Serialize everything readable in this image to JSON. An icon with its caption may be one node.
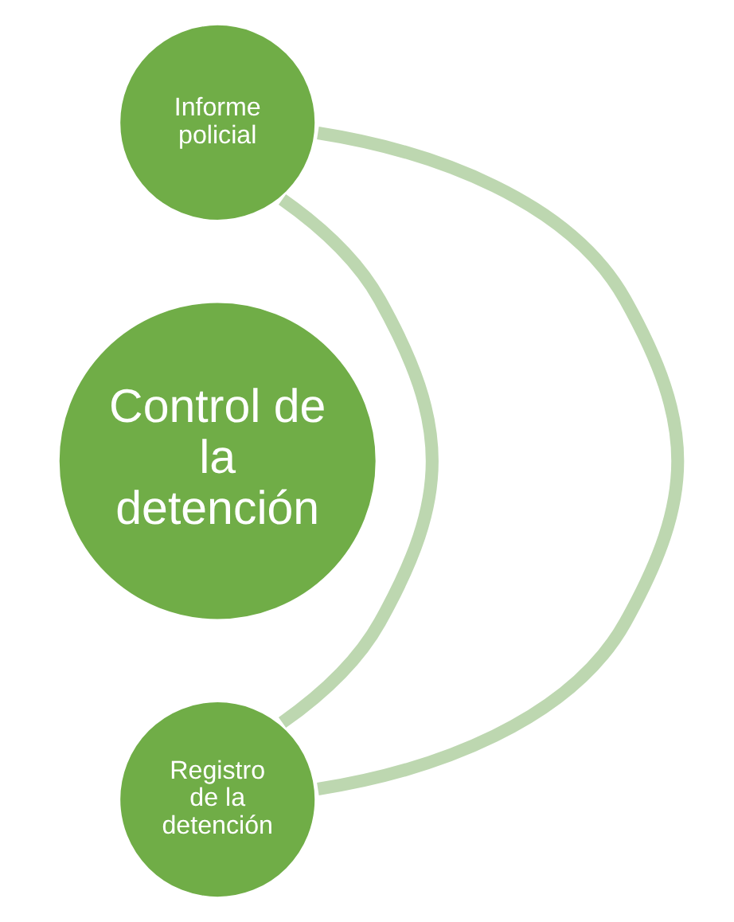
{
  "diagram": {
    "nodes": [
      {
        "text": [
          "Informe policial"
        ]
      },
      {
        "text": [
          "Control de la detención"
        ]
      },
      {
        "text": [
          "Registro de la detención"
        ]
      }
    ],
    "edges": [
      {
        "from": 0,
        "to": 2,
        "arrow": "none"
      },
      {
        "from": 0,
        "to": 2,
        "arrow": "none"
      }
    ]
  }
}
